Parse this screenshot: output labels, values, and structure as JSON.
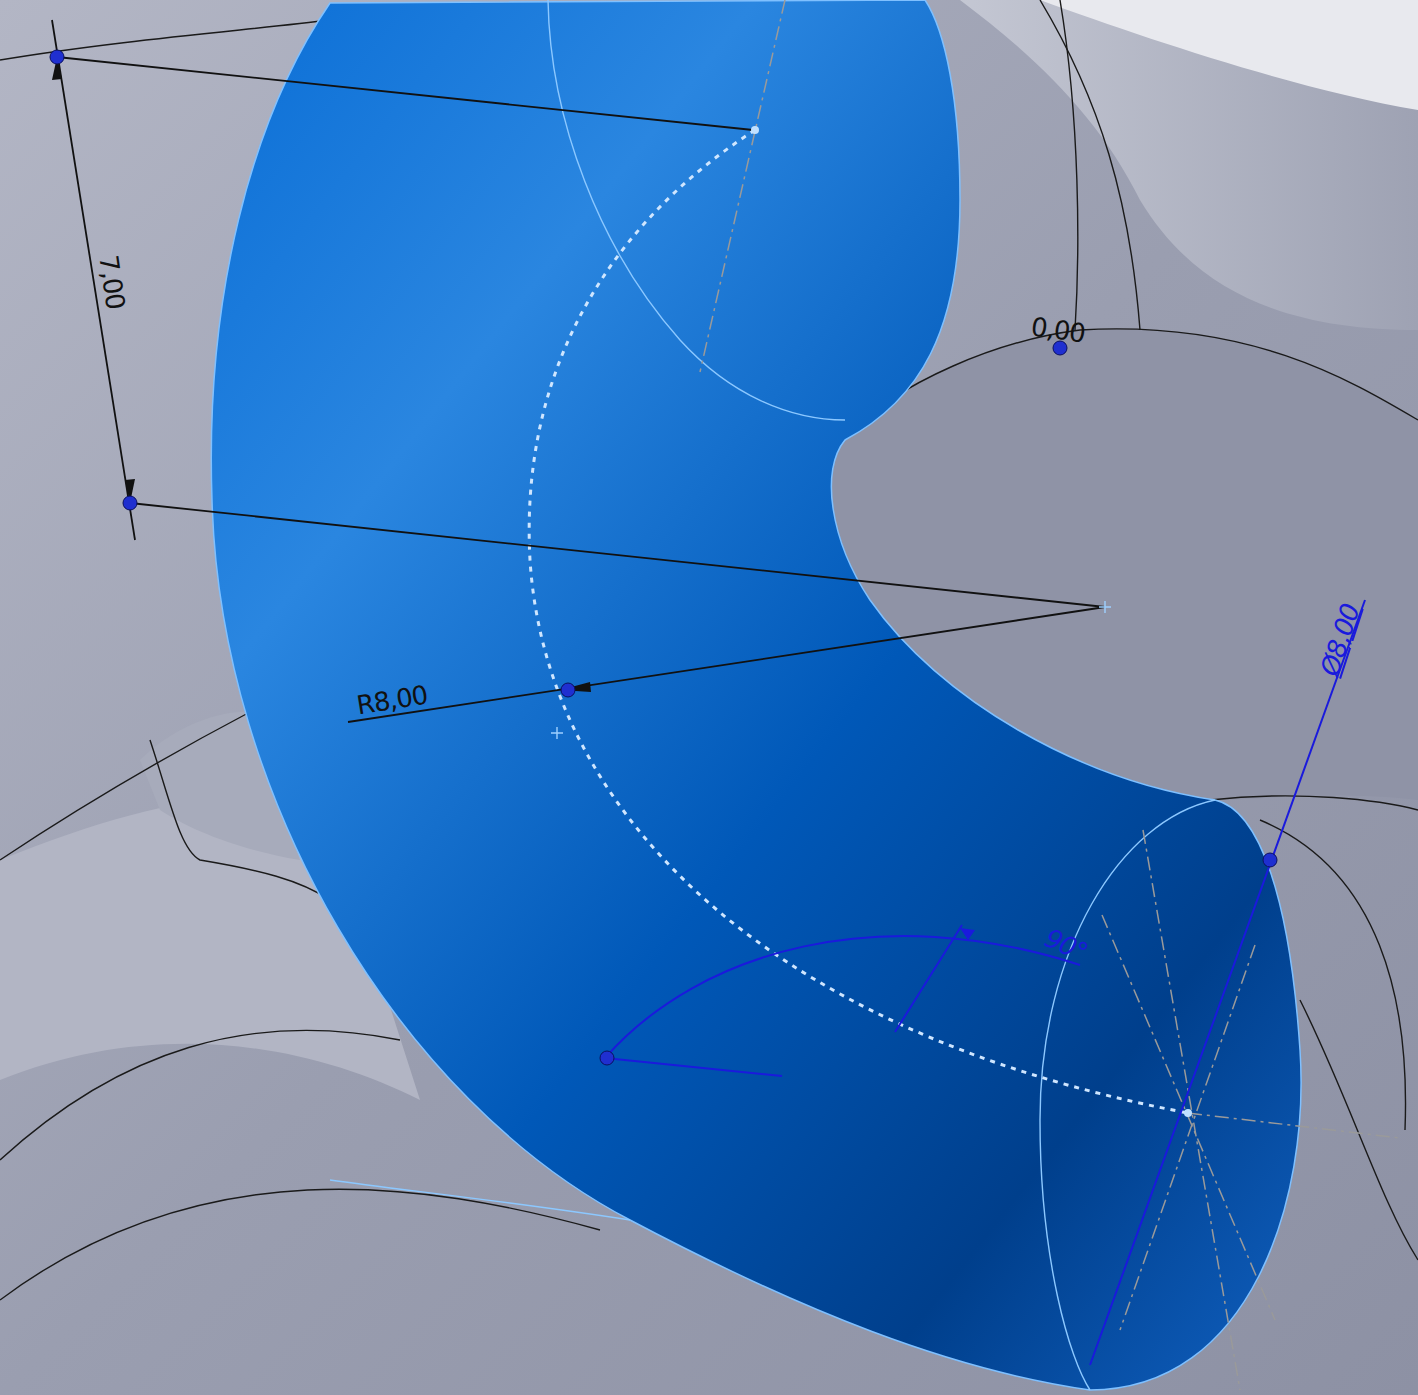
{
  "diagram": {
    "labels": [
      "7,00",
      "0,00",
      "R8,00",
      "Ø8,00",
      "90°"
    ]
  }
}
